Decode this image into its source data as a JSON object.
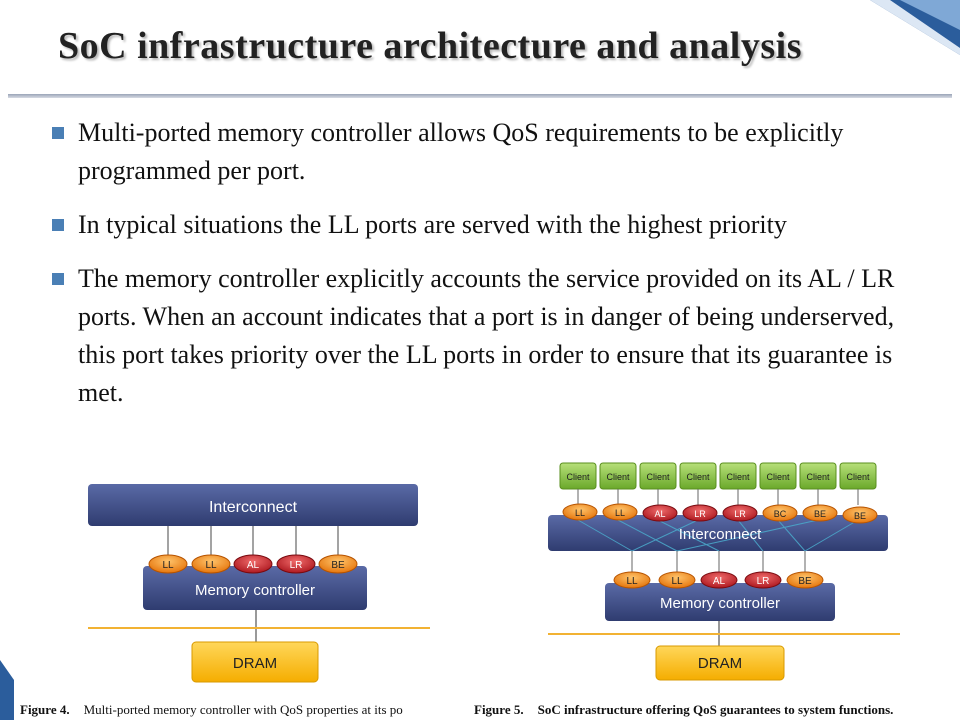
{
  "title": "SoC infrastructure architecture and analysis",
  "bullets": [
    "Multi-ported memory controller allows QoS requirements to be explicitly programmed per port.",
    "In typical situations the LL ports are served with the highest priority",
    "The memory controller explicitly accounts the service provided on its AL / LR ports. When an account indicates that a port is in danger of being underserved, this port takes priority over the LL ports in order to ensure that its guarantee is met."
  ],
  "figure4": {
    "interconnect": "Interconnect",
    "ports": [
      "LL",
      "LL",
      "AL",
      "LR",
      "BE"
    ],
    "memory_controller": "Memory controller",
    "dram": "DRAM",
    "caption_label": "Figure 4.",
    "caption_text": "Multi-ported memory controller with QoS properties at its po"
  },
  "figure5": {
    "clients": [
      "Client",
      "Client",
      "Client",
      "Client",
      "Client",
      "Client",
      "Client",
      "Client"
    ],
    "top_ports": [
      "LL",
      "LL",
      "AL",
      "LR",
      "LR",
      "BC",
      "BE",
      "BE"
    ],
    "interconnect": "Interconnect",
    "bottom_ports": [
      "LL",
      "LL",
      "AL",
      "LR",
      "BE"
    ],
    "memory_controller": "Memory controller",
    "dram": "DRAM",
    "caption_label": "Figure 5.",
    "caption_text": "SoC infrastructure offering QoS guarantees to system functions."
  },
  "colors": {
    "bullet": "#4a7fb5",
    "block": "#3e4d86",
    "port_orange": "#f08a1c",
    "port_red": "#c8232a",
    "client_green": "#8cc63f",
    "dram_yellow": "#ffc21a"
  }
}
